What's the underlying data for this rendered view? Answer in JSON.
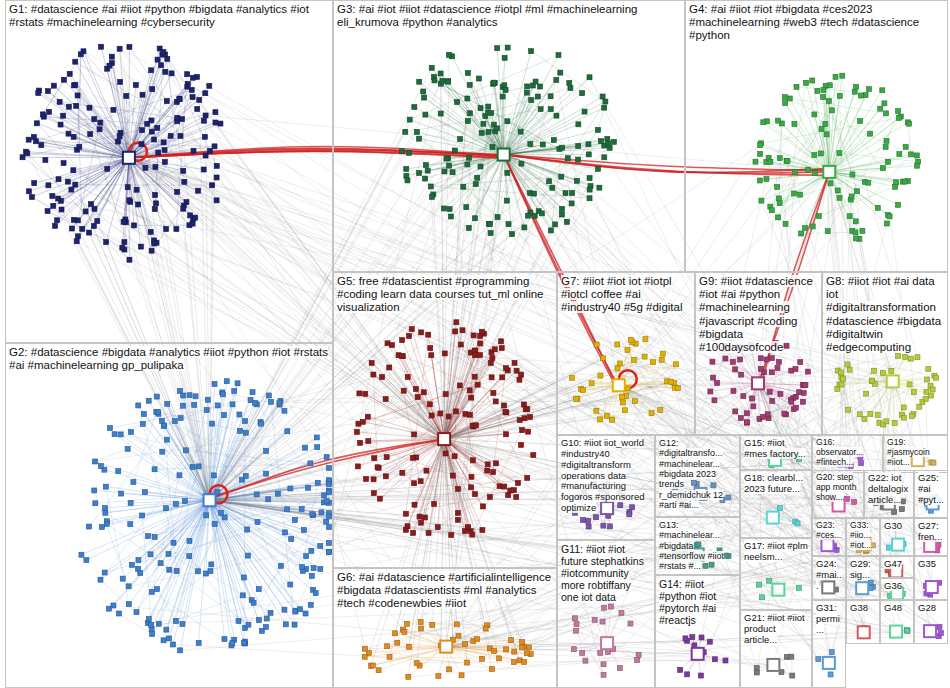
{
  "diagram": {
    "nodes": [
      {
        "text": [
          "G1: #datascience #ai #iiot #python #bigdata #analytics #iot #rstats #machinelearning #cybersecurity"
        ]
      },
      {
        "text": [
          "G3: #ai #iot #iiot #datascience #iotpl #ml #machinelearning eli_krumova #python #analytics"
        ]
      },
      {
        "text": [
          "G4: #ai #iiot #iot #bigdata #ces2023 #machinelearning #web3 #tech #datascience #python"
        ]
      },
      {
        "text": [
          "G5: free #datascientist #programming #coding learn data courses tut_ml online visualization"
        ]
      },
      {
        "text": [
          "G7: #iiot #iot iot #iotpl #iotcl coffee #ai #industry40 #5g #digital"
        ]
      },
      {
        "text": [
          "G9: #iiot #datascience #iot #ai #python #machinelearning #javascript #coding #bigdata #100daysofcode"
        ]
      },
      {
        "text": [
          "G8: #iiot #iot #ai data iot #digitaltransformation #datascience #bigdata #digitaltwin #edgecomputing"
        ]
      },
      {
        "text": [
          "G2: #datascience #bigdata #analytics #iiot #python #iot #rstats #ai #machinelearning gp_pulipaka"
        ]
      },
      {
        "text": [
          "G10: #iiot iiot_world #industry40 #digitaltransform operations data #manufacturing fogoros #sponsored optimize"
        ]
      },
      {
        "text": [
          "G12: #digitaltransfo... #machinelear... #bigdata 2023 trends r_demidchuk 12 #arti #ai..."
        ]
      },
      {
        "text": [
          "G15: #iiot #mes factory..."
        ]
      },
      {
        "text": [
          "G16: observator... #fintech..."
        ]
      },
      {
        "text": [
          "G19: #jasmycoin #iiot..."
        ]
      },
      {
        "text": [
          "G18: clearbl... 2023 future..."
        ]
      },
      {
        "text": [
          "G20: step app month show..."
        ]
      },
      {
        "text": [
          "G22: iot deltalogix article..."
        ]
      },
      {
        "text": [
          "G25: #ai #pyt..."
        ]
      },
      {
        "text": [
          "G13: #machinelear... #bigdata #tensorflow #iiot #rstats #..."
        ]
      },
      {
        "text": [
          "G17: #iiot #plm neelsm..."
        ]
      },
      {
        "text": [
          "G23: #ces..."
        ]
      },
      {
        "text": [
          "G33: #iio... #iot..."
        ]
      },
      {
        "text": [
          "G30"
        ]
      },
      {
        "text": [
          "G27: fren..."
        ]
      },
      {
        "text": [
          "G24: #mai..."
        ]
      },
      {
        "text": [
          "G29: sig..."
        ]
      },
      {
        "text": [
          "G47"
        ]
      },
      {
        "text": [
          "G36"
        ]
      },
      {
        "text": [
          "G35"
        ]
      },
      {
        "text": [
          "G6: #ai #datascience #artificialintelligence #bigdata #datascientists #ml #analytics #tech #codenewbies #iiot"
        ]
      },
      {
        "text": [
          "G11: #iiot #iot future stephatkins #iotcommunity more robtiffany one iot data"
        ]
      },
      {
        "text": [
          "G14: #iiot #python #iot #pytorch #ai #reactjs"
        ]
      },
      {
        "text": [
          "G21: #iiot #iiot product article..."
        ]
      },
      {
        "text": [
          "G31: permi..."
        ]
      },
      {
        "text": [
          "G38"
        ]
      },
      {
        "text": [
          "G48"
        ]
      },
      {
        "text": [
          "G28"
        ]
      }
    ]
  }
}
